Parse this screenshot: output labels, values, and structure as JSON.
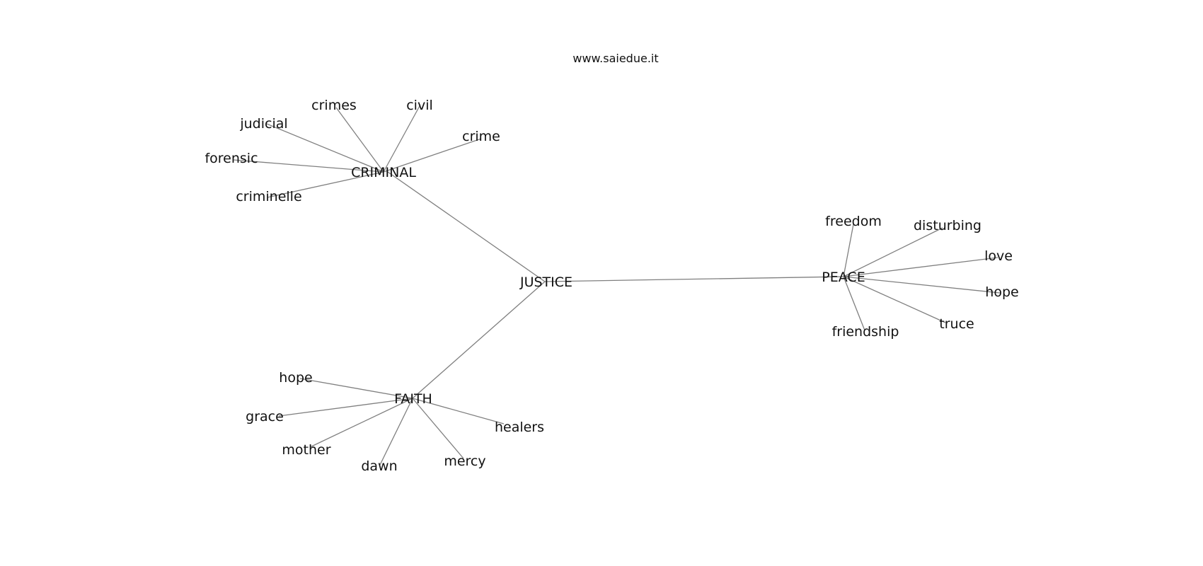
{
  "site_caption": "www.saiedue.it",
  "graph": {
    "root": "JUSTICE",
    "hubs": [
      {
        "name": "CRIMINAL",
        "leaves": [
          "crimes",
          "civil",
          "judicial",
          "crime",
          "forensic",
          "criminelle"
        ]
      },
      {
        "name": "PEACE",
        "leaves": [
          "freedom",
          "disturbing",
          "love",
          "hope",
          "truce",
          "friendship"
        ]
      },
      {
        "name": "FAITH",
        "leaves": [
          "hope",
          "grace",
          "healers",
          "mother",
          "mercy",
          "dawn"
        ]
      }
    ]
  }
}
